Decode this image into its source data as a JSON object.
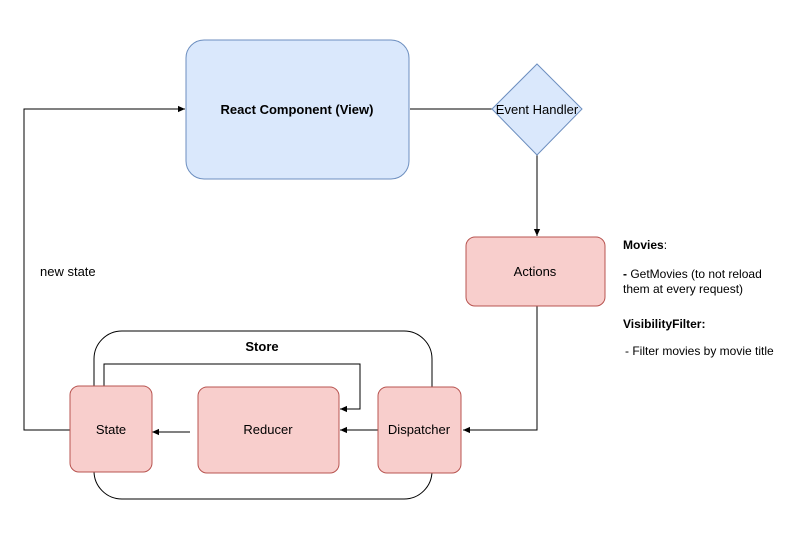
{
  "nodes": {
    "view": "React Component (View)",
    "event_handler": "Event Handler",
    "actions": "Actions",
    "store": "Store",
    "state": "State",
    "reducer": "Reducer",
    "dispatcher": "Dispatcher"
  },
  "edges": {
    "new_state": "new state"
  },
  "notes": {
    "movies_title": "Movies",
    "movies_colon": ":",
    "movies_item_prefix": "- ",
    "movies_item_line1": "GetMovies (to not reload",
    "movies_item_line2": "them at every request)",
    "filter_title": "VisibilityFilter:",
    "filter_item": "- Filter movies by movie title"
  },
  "colors": {
    "blue_fill": "#dae8fc",
    "blue_stroke": "#6c8ebf",
    "red_fill": "#f8cecc",
    "red_stroke": "#b85450",
    "line": "#000000"
  }
}
